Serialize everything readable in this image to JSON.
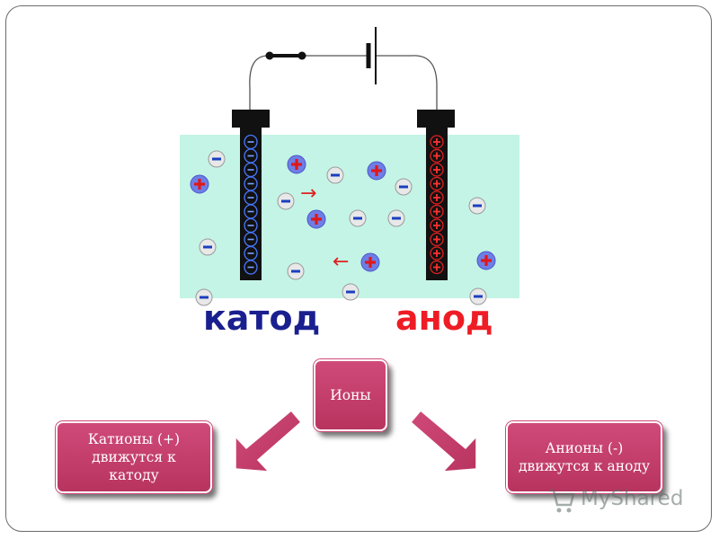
{
  "diagram": {
    "cathode_label": "катод",
    "anode_label": "анод",
    "arrow_right": "→",
    "arrow_left": "←",
    "electrolyte_color": "#c4f4e6",
    "cathode_color": "#1a1f8f",
    "anode_color": "#ee1c25"
  },
  "hierarchy": {
    "root": "Ионы",
    "left": "Катионы (+) движутся к катоду",
    "right": "Анионы (-) движутся к аноду",
    "node_color": "#c23f6c"
  },
  "watermark": {
    "text": "MyShared",
    "icon": "shopping-cart-icon"
  }
}
